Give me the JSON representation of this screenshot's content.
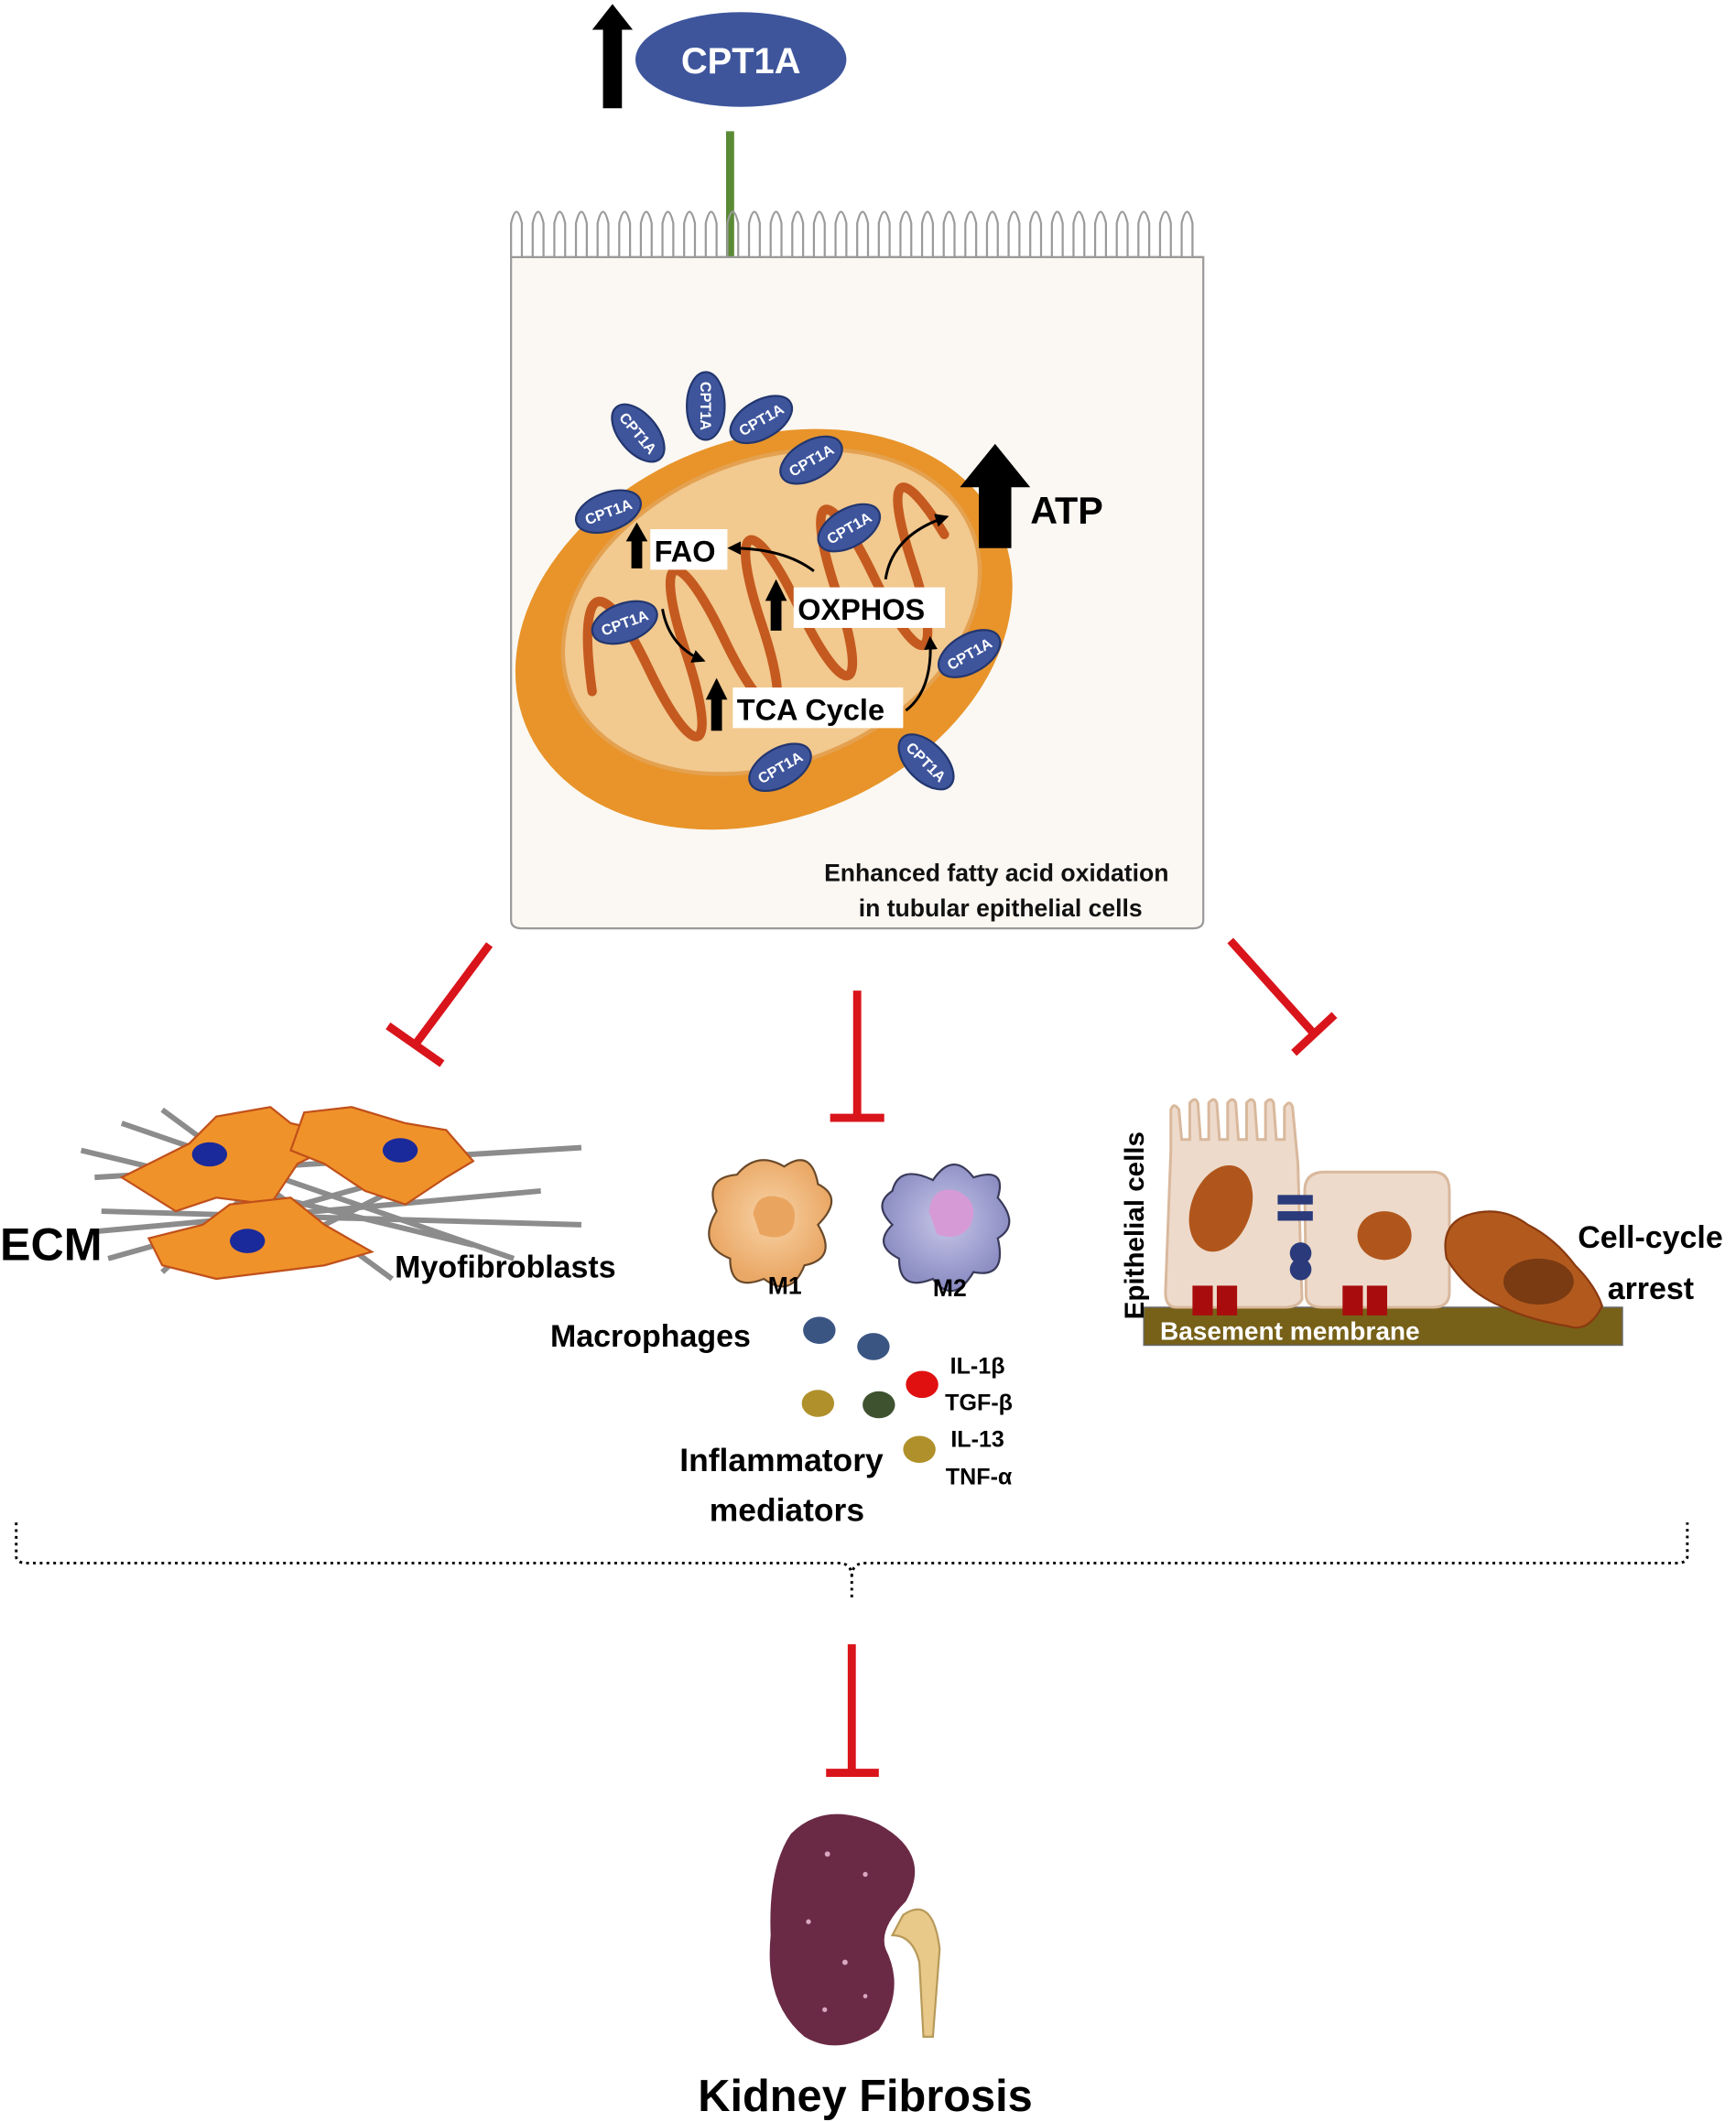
{
  "top": {
    "protein": "CPT1A"
  },
  "cell": {
    "mito_protein_label": "CPT1A",
    "fao": "FAO",
    "oxphos": "OXPHOS",
    "tca": "TCA Cycle",
    "atp": "ATP",
    "caption_line1": "Enhanced fatty acid oxidation",
    "caption_line2": "in tubular epithelial cells"
  },
  "left": {
    "ecm": "ECM",
    "myofibroblasts": "Myofibroblasts"
  },
  "middle": {
    "m1": "M1",
    "m2": "M2",
    "macrophages": "Macrophages",
    "mediators": [
      "IL-1β",
      "TGF-β",
      "IL-13",
      "TNF-α"
    ],
    "inflammatory_line1": "Inflammatory",
    "inflammatory_line2": "mediators"
  },
  "right": {
    "epithelial_cells": "Epithelial cells",
    "basement_membrane": "Basement membrane",
    "cell_cycle_line1": "Cell-cycle",
    "cell_cycle_line2": "arrest"
  },
  "bottom": {
    "title": "Kidney Fibrosis"
  },
  "colors": {
    "inhibit": "#d9141b",
    "activate": "#5b8a35",
    "cpt1a": "#3e559c",
    "mito_outer": "#e8942a",
    "kidney": "#6a2a45"
  }
}
